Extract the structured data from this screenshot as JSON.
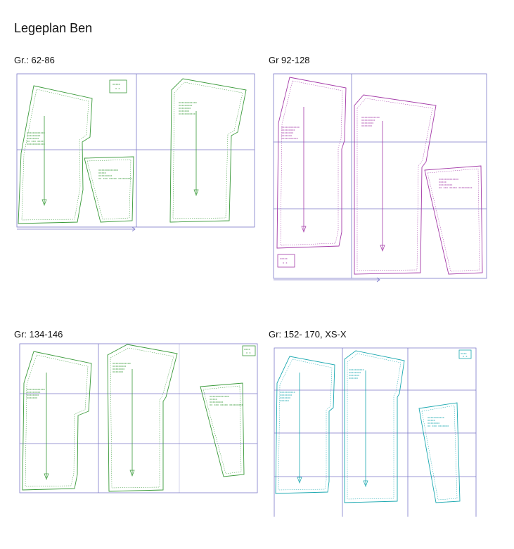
{
  "title": "Legeplan Ben",
  "sections": [
    {
      "label": "Gr.: 62-86",
      "color": "#3a9a3a"
    },
    {
      "label": "Gr 92-128",
      "color": "#a43aa8"
    },
    {
      "label": "Gr: 134-146",
      "color": "#3a9a3a"
    },
    {
      "label": "Gr: 152- 170, XS-X",
      "color": "#1aa8b0"
    }
  ],
  "grid_color": "#7b78c9"
}
